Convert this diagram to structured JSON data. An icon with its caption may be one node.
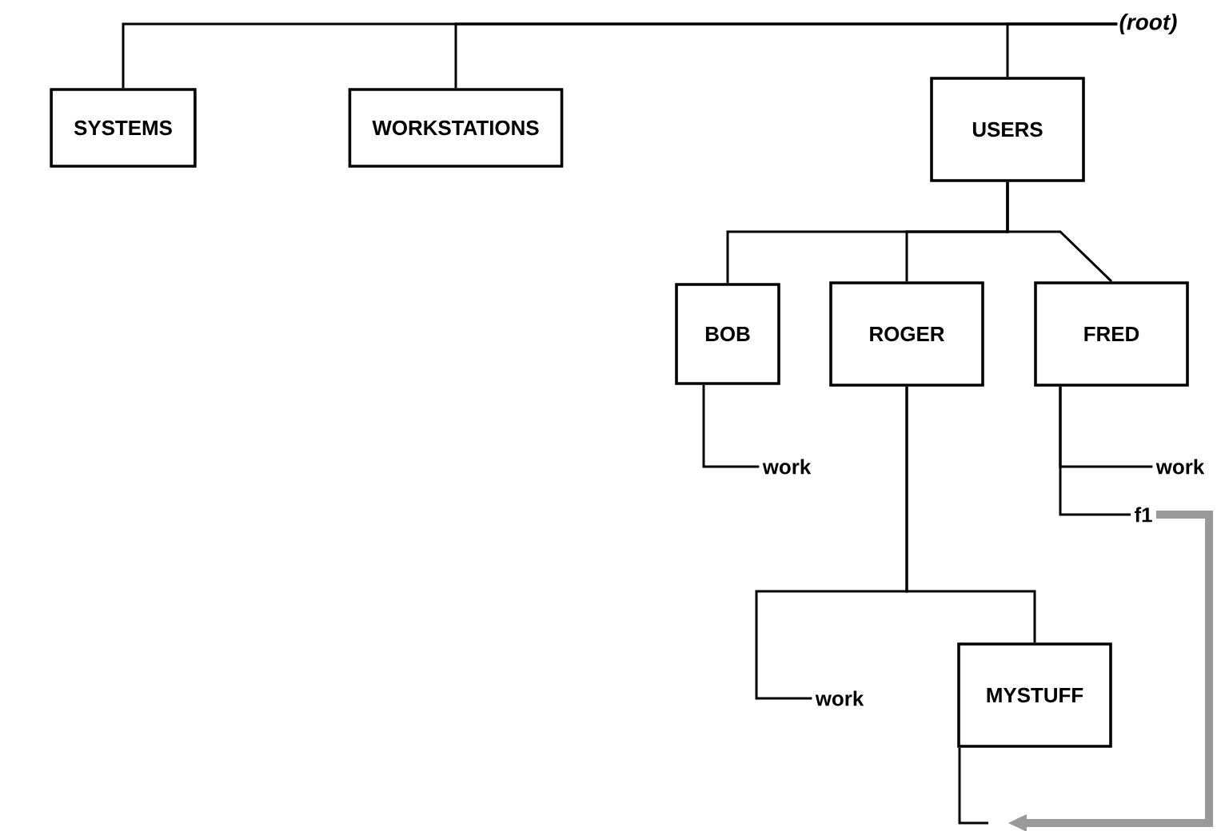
{
  "diagram": {
    "nodes": [
      {
        "text": [
          "(root)"
        ]
      },
      {
        "text": [
          "SYSTEMS"
        ]
      },
      {
        "text": [
          "WORKSTATIONS"
        ]
      },
      {
        "text": [
          "USERS"
        ]
      },
      {
        "text": [
          "BOB"
        ]
      },
      {
        "text": [
          "ROGER"
        ]
      },
      {
        "text": [
          "FRED"
        ]
      },
      {
        "text": [
          "work"
        ]
      },
      {
        "text": [
          "work"
        ]
      },
      {
        "text": [
          "f1"
        ]
      },
      {
        "text": [
          "work"
        ]
      },
      {
        "text": [
          "MYSTUFF"
        ]
      }
    ],
    "edges": [
      {
        "from": 0,
        "to": 1,
        "arrow": "none"
      },
      {
        "from": 0,
        "to": 2,
        "arrow": "none"
      },
      {
        "from": 0,
        "to": 3,
        "arrow": "none"
      },
      {
        "from": 3,
        "to": 4,
        "arrow": "none"
      },
      {
        "from": 3,
        "to": 5,
        "arrow": "none"
      },
      {
        "from": 3,
        "to": 6,
        "arrow": "none"
      },
      {
        "from": 4,
        "to": 7,
        "arrow": "none"
      },
      {
        "from": 6,
        "to": 8,
        "arrow": "none"
      },
      {
        "from": 6,
        "to": 9,
        "arrow": "none"
      },
      {
        "from": 5,
        "to": 10,
        "arrow": "none"
      },
      {
        "from": 5,
        "to": 11,
        "arrow": "none"
      },
      {
        "from": 11,
        "to": null,
        "arrow": "none"
      },
      {
        "from": 9,
        "to": null,
        "arrow": "to",
        "style": "thick",
        "color": "#9a9a9a"
      }
    ]
  }
}
